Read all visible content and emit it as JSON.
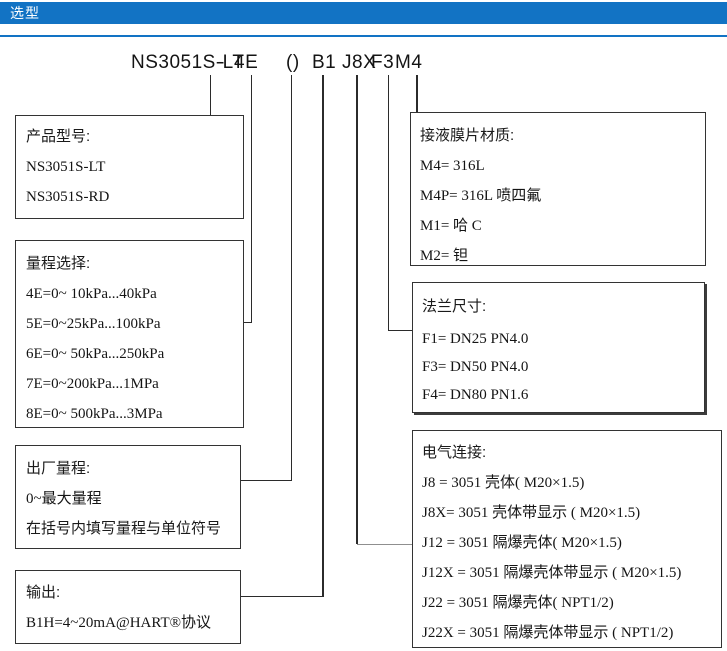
{
  "header": {
    "label": "选型",
    "accent_color": "#1273c4"
  },
  "model_code": {
    "full": "NS3051S-LT - 4E () B1 J8X F3 M4",
    "parts": [
      "NS3051S-LT",
      "-",
      "4E",
      "()",
      "B1",
      "J8X",
      "F3",
      "M4"
    ]
  },
  "boxes": {
    "product": {
      "title": "产品型号:",
      "lines": [
        "NS3051S-LT",
        "NS3051S-RD"
      ]
    },
    "range": {
      "title": "量程选择:",
      "lines": [
        "4E=0~ 10kPa...40kPa",
        "5E=0~25kPa...100kPa",
        "6E=0~ 50kPa...250kPa",
        "7E=0~200kPa...1MPa",
        "8E=0~ 500kPa...3MPa"
      ]
    },
    "factory_range": {
      "title": "出厂量程:",
      "lines": [
        "0~最大量程",
        "在括号内填写量程与单位符号"
      ]
    },
    "output": {
      "title": "输出:",
      "lines": [
        "B1H=4~20mA@HART®协议"
      ]
    },
    "diaphragm": {
      "title": "接液膜片材质:",
      "lines": [
        "M4= 316L",
        "M4P= 316L 喷四氟",
        "M1= 哈 C",
        "M2= 钽"
      ]
    },
    "flange": {
      "title": "法兰尺寸:",
      "lines": [
        "F1= DN25 PN4.0",
        "F3= DN50 PN4.0",
        "F4= DN80 PN1.6"
      ]
    },
    "electrical": {
      "title": "电气连接:",
      "lines": [
        "J8 = 3051 壳体( M20×1.5)",
        "J8X= 3051 壳体带显示 ( M20×1.5)",
        "J12 = 3051 隔爆壳体( M20×1.5)",
        "J12X = 3051 隔爆壳体带显示 ( M20×1.5)",
        "J22 = 3051 隔爆壳体( NPT1/2)",
        "J22X = 3051 隔爆壳体带显示 ( NPT1/2)"
      ]
    }
  }
}
